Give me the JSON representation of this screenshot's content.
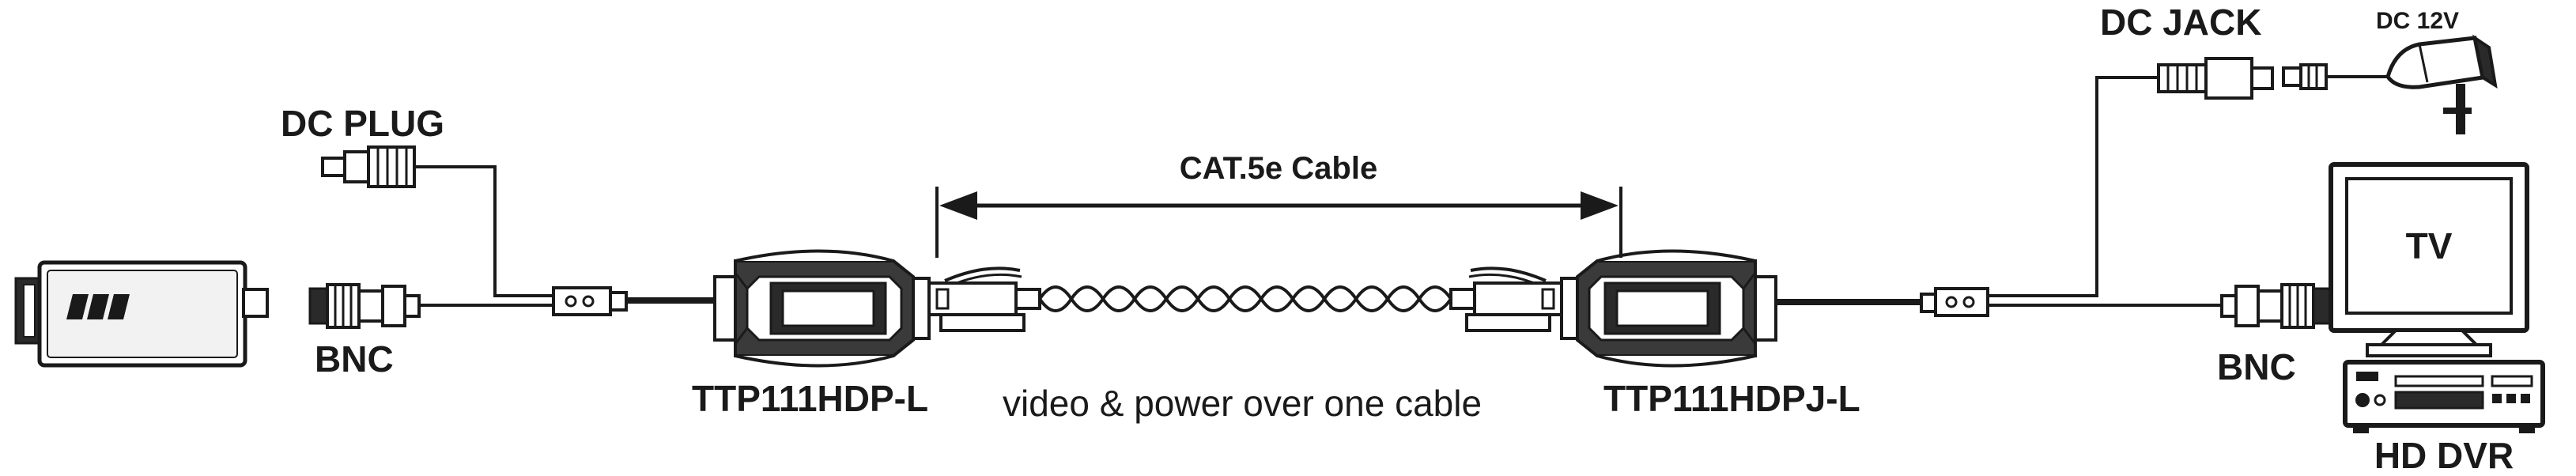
{
  "labels": {
    "dc_plug": "DC PLUG",
    "bnc_left": "BNC",
    "tx_model": "TTP111HDP-L",
    "cable": "CAT.5e Cable",
    "caption": "video & power over one cable",
    "rx_model": "TTP111HDPJ-L",
    "dc_jack": "DC JACK",
    "dc_supply": "DC 12V",
    "bnc_right": "BNC",
    "tv": "TV",
    "dvr": "HD DVR"
  }
}
